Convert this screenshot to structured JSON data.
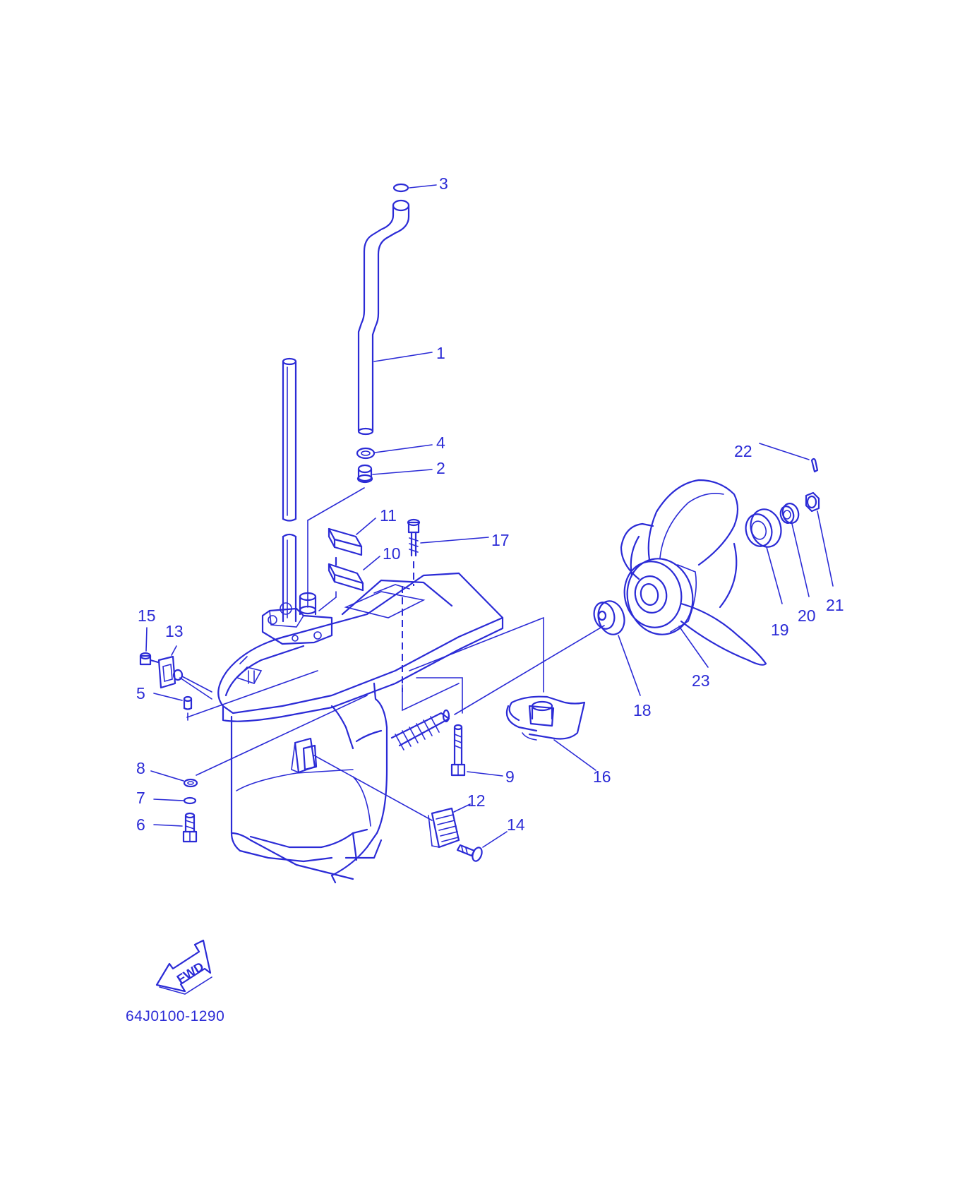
{
  "colors": {
    "ink": "#2b2bd6",
    "background": "#ffffff"
  },
  "diagram": {
    "drawing_code": "64J0100-1290",
    "direction_marker": "FWD",
    "callouts": [
      "1",
      "2",
      "3",
      "4",
      "5",
      "6",
      "7",
      "8",
      "9",
      "10",
      "11",
      "12",
      "13",
      "14",
      "15",
      "16",
      "17",
      "18",
      "19",
      "20",
      "21",
      "22",
      "23"
    ]
  }
}
